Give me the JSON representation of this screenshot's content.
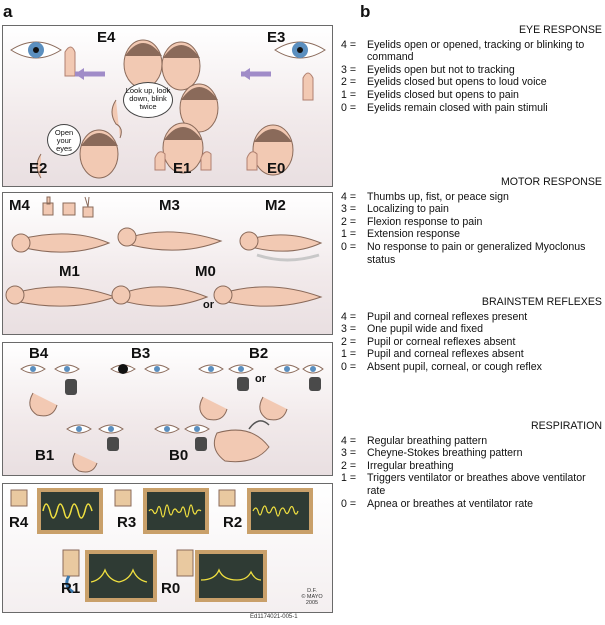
{
  "panels": {
    "a": "a",
    "b": "b"
  },
  "figure_labels": {
    "E4": "E4",
    "E3": "E3",
    "E2": "E2",
    "E1": "E1",
    "E0": "E0",
    "M4": "M4",
    "M3": "M3",
    "M2": "M2",
    "M1": "M1",
    "M0": "M0",
    "B4": "B4",
    "B3": "B3",
    "B2": "B2",
    "B1": "B1",
    "B0": "B0",
    "R4": "R4",
    "R3": "R3",
    "R2": "R2",
    "R1": "R1",
    "R0": "R0"
  },
  "callouts": {
    "look_up": "Look up, look down, blink twice",
    "open_eyes": "Open your eyes",
    "or_m0": "or",
    "or_b2": "or"
  },
  "credit": {
    "line1": "D.F.",
    "line2": "© MAYO",
    "line3": "2005"
  },
  "footer_code": "Ed1174021-005-1",
  "sections": [
    {
      "heading": "EYE RESPONSE",
      "items": [
        {
          "num": "4 =",
          "text": "Eyelids open or opened, tracking or blinking to command"
        },
        {
          "num": "3 =",
          "text": "Eyelids open but not to tracking"
        },
        {
          "num": "2 =",
          "text": "Eyelids closed but opens to loud voice"
        },
        {
          "num": "1 =",
          "text": "Eyelids closed but opens to pain"
        },
        {
          "num": "0 =",
          "text": "Eyelids remain closed with pain stimuli"
        }
      ]
    },
    {
      "heading": "MOTOR RESPONSE",
      "items": [
        {
          "num": "4 =",
          "text": "Thumbs up, fist, or peace sign"
        },
        {
          "num": "3 =",
          "text": "Localizing to pain"
        },
        {
          "num": "2 =",
          "text": "Flexion response to pain"
        },
        {
          "num": "1 =",
          "text": "Extension response"
        },
        {
          "num": "0 =",
          "text": "No response to pain or generalized Myoclonus status"
        }
      ]
    },
    {
      "heading": "BRAINSTEM REFLEXES",
      "items": [
        {
          "num": "4 =",
          "text": "Pupil and corneal reflexes present"
        },
        {
          "num": "3 =",
          "text": "One pupil wide and fixed"
        },
        {
          "num": "2 =",
          "text": "Pupil or corneal reflexes absent"
        },
        {
          "num": "1 =",
          "text": "Pupil and corneal reflexes absent"
        },
        {
          "num": "0 =",
          "text": "Absent pupil, corneal, or cough reflex"
        }
      ]
    },
    {
      "heading": "RESPIRATION",
      "items": [
        {
          "num": "4 =",
          "text": "Regular breathing pattern"
        },
        {
          "num": "3 =",
          "text": "Cheyne-Stokes breathing pattern"
        },
        {
          "num": "2 =",
          "text": "Irregular breathing"
        },
        {
          "num": "1 =",
          "text": "Triggers ventilator or breathes above ventilator rate"
        },
        {
          "num": "0 =",
          "text": "Apnea or breathes at ventilator rate"
        }
      ]
    }
  ]
}
